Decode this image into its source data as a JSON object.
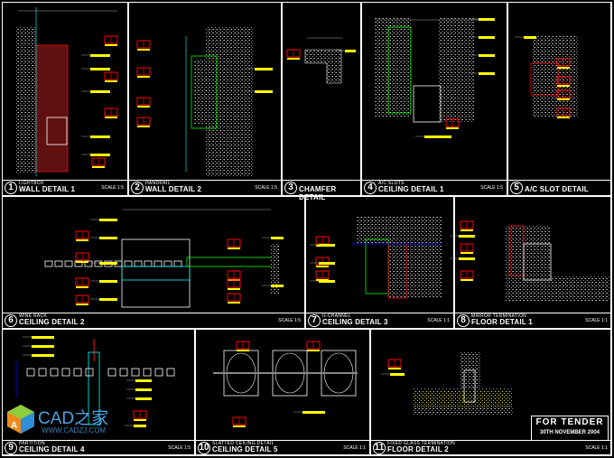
{
  "details": [
    {
      "num": "1",
      "sub": "LIGHTBOX",
      "title": "WALL DETAIL 1",
      "scale": "SCALE 1:5"
    },
    {
      "num": "2",
      "sub": "HANDRAIL",
      "title": "WALL DETAIL 2",
      "scale": "SCALE 1:5"
    },
    {
      "num": "3",
      "sub": "",
      "title": "CHAMFER DETAIL",
      "scale": ""
    },
    {
      "num": "4",
      "sub": "A/C SLOTS",
      "title": "CEILING DETAIL 1",
      "scale": "SCALE 1:5"
    },
    {
      "num": "5",
      "sub": "",
      "title": "A/C SLOT DETAIL",
      "scale": ""
    },
    {
      "num": "6",
      "sub": "WINE RACK",
      "title": "CEILING DETAIL 2",
      "scale": "SCALE 1:5"
    },
    {
      "num": "7",
      "sub": "U-CHANNEL",
      "title": "CEILING DETAIL 3",
      "scale": "SCALE 1:1"
    },
    {
      "num": "8",
      "sub": "MIRROR TERMINATION",
      "title": "FLOOR DETAIL 1",
      "scale": "SCALE 1:1"
    },
    {
      "num": "9",
      "sub": "PARTITION",
      "title": "CEILING DETAIL 4",
      "scale": "SCALE 1:5"
    },
    {
      "num": "10",
      "sub": "SLATTED CEILING DETAIL",
      "title": "CEILING DETAIL 5",
      "scale": "SCALE 1:1"
    },
    {
      "num": "11",
      "sub": "FIXED GLASS TERMINATION",
      "title": "FLOOR DETAIL 2",
      "scale": "SCALE 1:1"
    }
  ],
  "stamp": {
    "line1": "FOR TENDER",
    "line2": "30TH NOVEMBER 2004"
  },
  "watermark": {
    "name": "CAD之家",
    "url": "WWW.CADZJ.COM"
  },
  "colors": {
    "label": "#ffff00",
    "tag": "#ff0000",
    "hatch": "#bbbbbb",
    "line": "#00ff00",
    "dim": "#00ffff"
  }
}
